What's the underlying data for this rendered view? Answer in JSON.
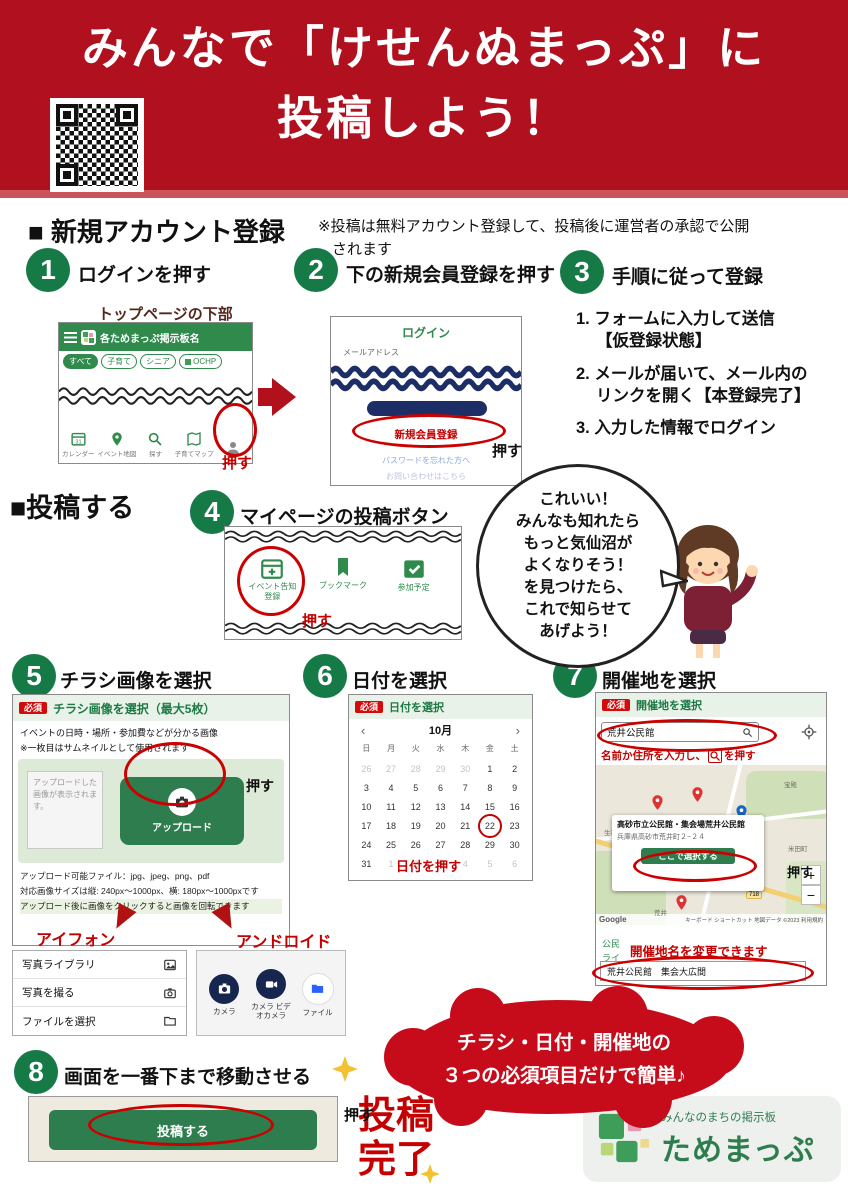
{
  "colors": {
    "header_red": "#b1101e",
    "accent_red": "#c40000",
    "brand_green": "#2e7d4f",
    "light_green_bg": "#e9f2e9",
    "navy": "#1d2e66",
    "blob_red": "#c60b1a",
    "sparkle_gold": "#f2c233"
  },
  "header": {
    "title1": "みんなで「けせんぬまっぷ」に",
    "title2": "投稿しよう！"
  },
  "register": {
    "heading": "■ 新規アカウント登録",
    "note1": "※投稿は無料アカウント登録して、投稿後に運営者の承認で公開",
    "note2": "されます"
  },
  "step1": {
    "num": "1",
    "label": "ログインを押す",
    "caption": "トップページの下部",
    "app_title": "各ためまっぷ掲示板名",
    "chips": [
      "すべて",
      "子育て",
      "シニア",
      "OCHP"
    ],
    "nav": [
      "カレンダー",
      "イベント地図",
      "探す",
      "子育てマップ"
    ],
    "press": "押す"
  },
  "step2": {
    "num": "2",
    "label": "下の新規会員登録を押す",
    "title": "ログイン",
    "email": "メールアドレス",
    "register_link": "新規会員登録",
    "press": "押す",
    "forgot": "パスワードを忘れた方へ",
    "contact": "お問い合わせはこちら"
  },
  "step3": {
    "num": "3",
    "label": "手順に従って登録",
    "lines": [
      "1.  フォームに入力して送信",
      "【仮登録状態】",
      "2.  メールが届いて、メール内の",
      "リンクを開く【本登録完了】",
      "3.  入力した情報でログイン"
    ]
  },
  "post": {
    "heading": "■投稿する"
  },
  "step4": {
    "num": "4",
    "label": "マイページの投稿ボタン",
    "icons": [
      "イベント告知登録",
      "ブックマーク",
      "参加予定"
    ],
    "press": "押す"
  },
  "bubble": {
    "lines": [
      "これいい！",
      "みんなも知れたら",
      "もっと気仙沼が",
      "よくなりそう！",
      "を見つけたら、",
      "これで知らせて",
      "あげよう！"
    ]
  },
  "step5": {
    "num": "5",
    "label": "チラシ画像を選択",
    "badge": "必須",
    "panel_title": "チラシ画像を選択（最大5枚）",
    "desc1": "イベントの日時・場所・参加費などが分かる画像",
    "desc2": "※一枚目はサムネイルとして使用されます",
    "placeholder": "アップロードした画像が表示されます。",
    "upload": "アップロード",
    "press": "押す",
    "info1": "アップロード可能ファイル：jpg、jpeg、png、pdf",
    "info2": "対応画像サイズは縦: 240px〜1000px、横: 180px〜1000pxです",
    "info3": "アップロード後に画像をクリックすると画像を回転できます"
  },
  "phones": {
    "iphone_label": "アイフォン",
    "android_label": "アンドロイド",
    "iphone_items": [
      "写真ライブラリ",
      "写真を撮る",
      "ファイルを選択"
    ],
    "android_items": [
      "カメラ",
      "カメラ ビデオカメラ",
      "ファイル"
    ]
  },
  "step6": {
    "num": "6",
    "label": "日付を選択",
    "badge": "必須",
    "panel_title": "日付を選択",
    "prev": "‹",
    "month": "10月",
    "next": "›",
    "weekdays": [
      "日",
      "月",
      "火",
      "水",
      "木",
      "金",
      "土"
    ],
    "weeks": [
      [
        {
          "d": "26",
          "m": 1
        },
        {
          "d": "27",
          "m": 1
        },
        {
          "d": "28",
          "m": 1
        },
        {
          "d": "29",
          "m": 1
        },
        {
          "d": "30",
          "m": 1
        },
        {
          "d": "1"
        },
        {
          "d": "2"
        }
      ],
      [
        {
          "d": "3"
        },
        {
          "d": "4"
        },
        {
          "d": "5"
        },
        {
          "d": "6"
        },
        {
          "d": "7"
        },
        {
          "d": "8"
        },
        {
          "d": "9"
        }
      ],
      [
        {
          "d": "10"
        },
        {
          "d": "11"
        },
        {
          "d": "12"
        },
        {
          "d": "13"
        },
        {
          "d": "14"
        },
        {
          "d": "15"
        },
        {
          "d": "16"
        }
      ],
      [
        {
          "d": "17"
        },
        {
          "d": "18"
        },
        {
          "d": "19"
        },
        {
          "d": "20"
        },
        {
          "d": "21"
        },
        {
          "d": "22",
          "hl": 1
        },
        {
          "d": "23"
        }
      ],
      [
        {
          "d": "24"
        },
        {
          "d": "25"
        },
        {
          "d": "26"
        },
        {
          "d": "27"
        },
        {
          "d": "28"
        },
        {
          "d": "29"
        },
        {
          "d": "30"
        }
      ],
      [
        {
          "d": "31"
        },
        {
          "d": "1",
          "m": 1
        },
        {
          "d": "2",
          "m": 1
        },
        {
          "d": "3",
          "m": 1
        },
        {
          "d": "4",
          "m": 1
        },
        {
          "d": "5",
          "m": 1
        },
        {
          "d": "6",
          "m": 1
        }
      ]
    ],
    "hint": "日付を押す"
  },
  "step7": {
    "num": "7",
    "label": "開催地を選択",
    "badge": "必須",
    "panel_title": "開催地を選択",
    "search_value": "荒井公民館",
    "hint_pre": "名前か住所を入力し、",
    "hint_post": "を押す",
    "card_title": "高砂市立公民館・集会場荒井公民館",
    "card_addr": "兵庫県高砂市荒井町２−２４",
    "select_btn": "ここで選択する",
    "press": "押す",
    "map_labels": [
      "生石神社",
      "宝殿",
      "米田町",
      "荒井"
    ],
    "route": "718",
    "google": "Google",
    "credit": "キーボード ショートカット  地図データ ©2023  利用規約",
    "fragment1": "公民",
    "fragment2": "ライ",
    "hint2": "開催地名を変更できます",
    "venue": "荒井公民館　集会大広間"
  },
  "step8": {
    "num": "8",
    "label": "画面を一番下まで移動させる",
    "button": "投稿する",
    "press": "押す"
  },
  "finale": {
    "blob1": "チラシ・日付・開催地の",
    "blob2": "３つの必須項目だけで簡単♪",
    "done1": "投稿",
    "done2": "完了"
  },
  "footer": {
    "tagline": "みんなのまちの掲示板",
    "brand": "ためまっぷ"
  }
}
